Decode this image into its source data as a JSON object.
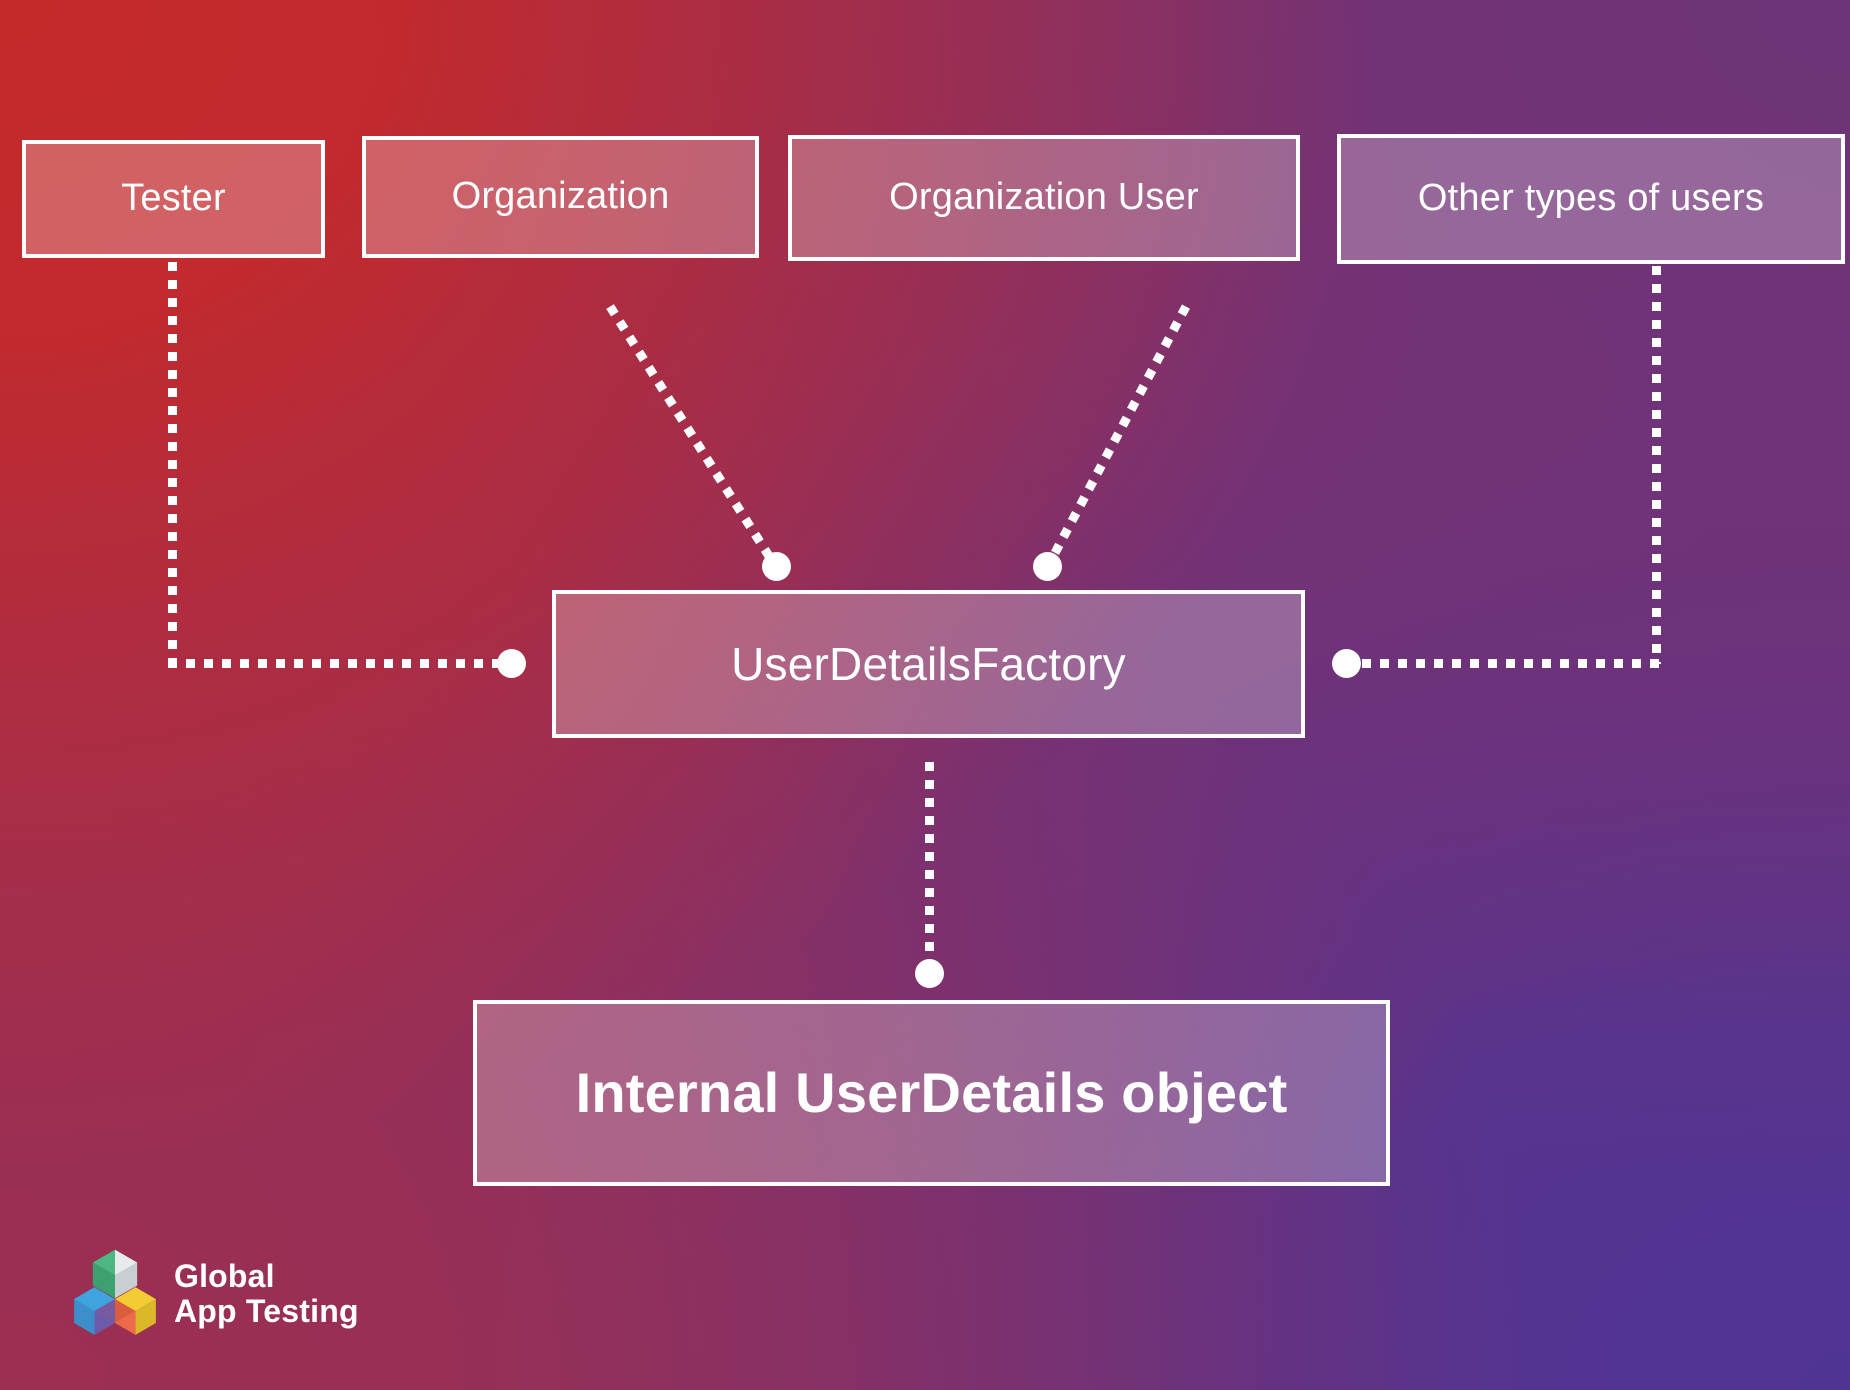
{
  "diagram": {
    "title_boxes": {
      "tester": "Tester",
      "organization": "Organization",
      "organization_user": "Organization User",
      "other_users": "Other types of users"
    },
    "factory": "UserDetailsFactory",
    "internal": "Internal UserDetails object"
  },
  "logo": {
    "line1": "Global",
    "line2": "App Testing",
    "mark_name": "global-app-testing-hexagon-logo",
    "colors": {
      "green": "#4cb782",
      "white": "#e8eaec",
      "blue": "#3fa3e0",
      "purple": "#6d5aa8",
      "yellow": "#f2cc34",
      "orange": "#ef6a4a",
      "green_dark": "#3da06f",
      "white_dark": "#c9ced3",
      "blue_dark": "#3d8fcc",
      "purple_dark": "#5d4d94",
      "yellow_dark": "#dbb72a",
      "orange_dark": "#d95c3e"
    }
  },
  "theme": {
    "background_top_left": "#c52a2a",
    "background_top_right": "#6e3379",
    "background_bottom_left": "#9c2f52",
    "background_bottom_right": "#503494",
    "node_border": "#ffffff",
    "node_fill": "rgba(255,255,255,0.26)",
    "connector": "#ffffff"
  }
}
